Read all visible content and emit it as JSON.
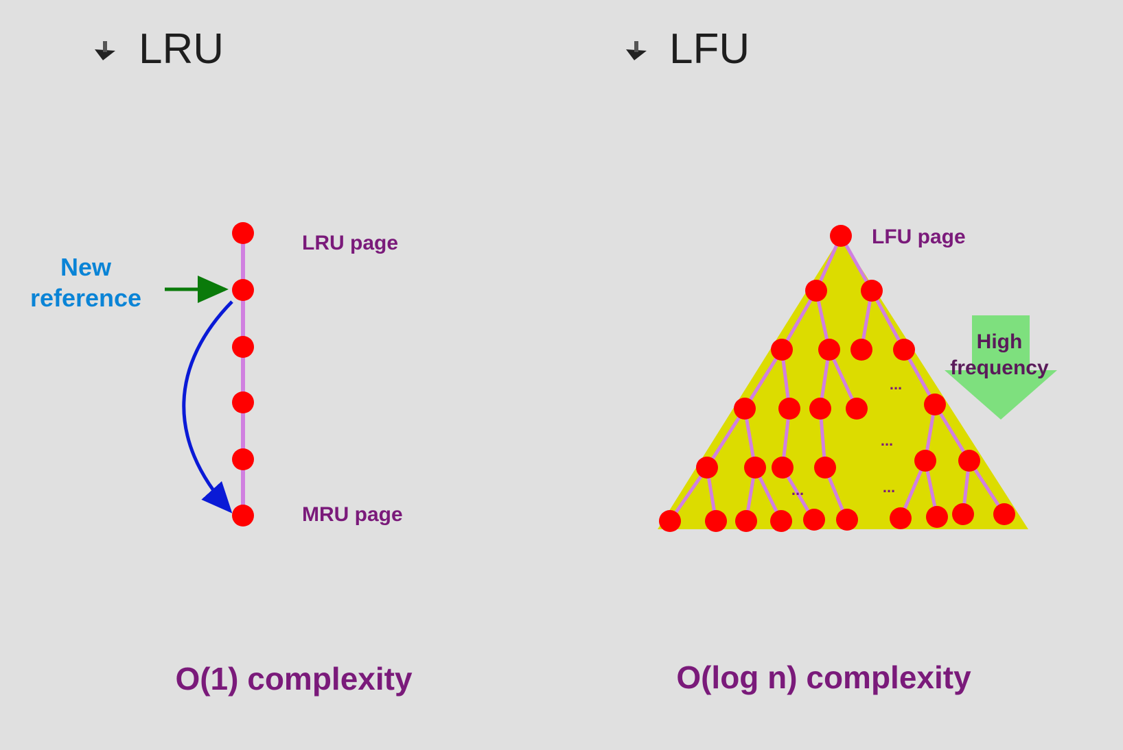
{
  "left": {
    "title": "LRU",
    "top_label": "LRU page",
    "bottom_label": "MRU page",
    "new_ref_line1": "New",
    "new_ref_line2": "reference",
    "complexity": "O(1) complexity"
  },
  "right": {
    "title": "LFU",
    "top_label": "LFU page",
    "arrow_line1": "High",
    "arrow_line2": "frequency",
    "ellipsis": "...",
    "complexity": "O(log n) complexity"
  },
  "colors": {
    "background": "#e0e0e0",
    "node": "#ff0000",
    "edge": "#d080e0",
    "triangle": "#dcdc00",
    "new_ref_arrow": "#0a7a0a",
    "move_arrow": "#0a1ad6",
    "freq_arrow": "#7ee07e"
  },
  "icons": {
    "bullet": "arrow-bullet-icon"
  }
}
